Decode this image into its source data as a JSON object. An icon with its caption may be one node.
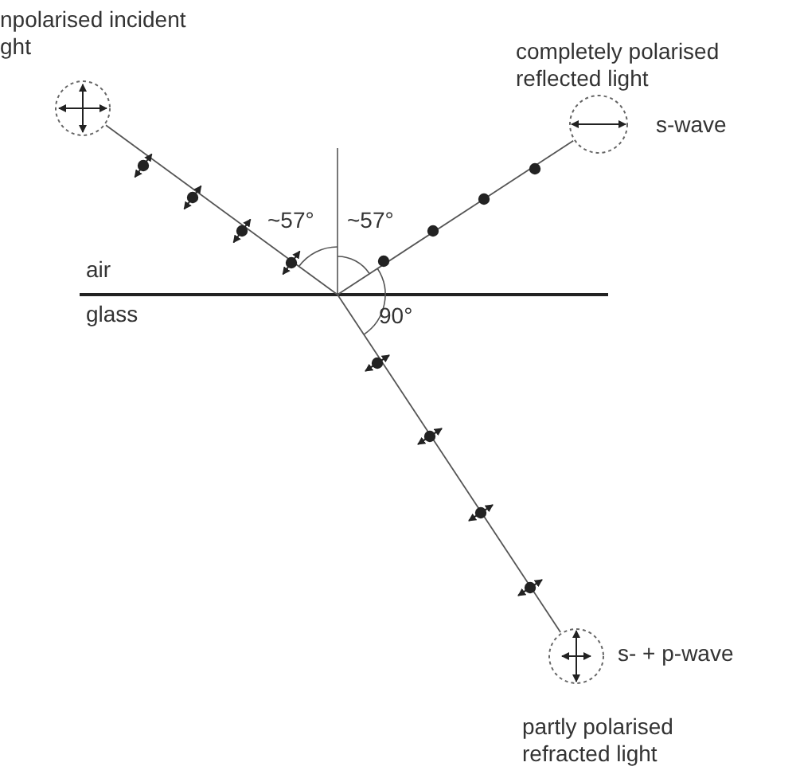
{
  "diagram": {
    "nodes": [
      {
        "text": [],
        "shape": "circle",
        "beside": [
          "npolarised incident ght"
        ]
      },
      {
        "text": [],
        "shape": "circle",
        "beside": [
          "completely polarised reflected light",
          "s-wave"
        ]
      },
      {
        "text": [],
        "shape": "circle",
        "beside": [
          "s- + p-wave",
          "partly polarised refracted light"
        ]
      }
    ],
    "edges": [
      {
        "from": 0,
        "to": null,
        "arrow": "none"
      },
      {
        "from": null,
        "to": 1,
        "arrow": "none"
      },
      {
        "from": null,
        "to": 2,
        "arrow": "none"
      }
    ],
    "labels": [
      "~57°",
      "~57°",
      "air",
      "glass",
      "90°"
    ]
  }
}
